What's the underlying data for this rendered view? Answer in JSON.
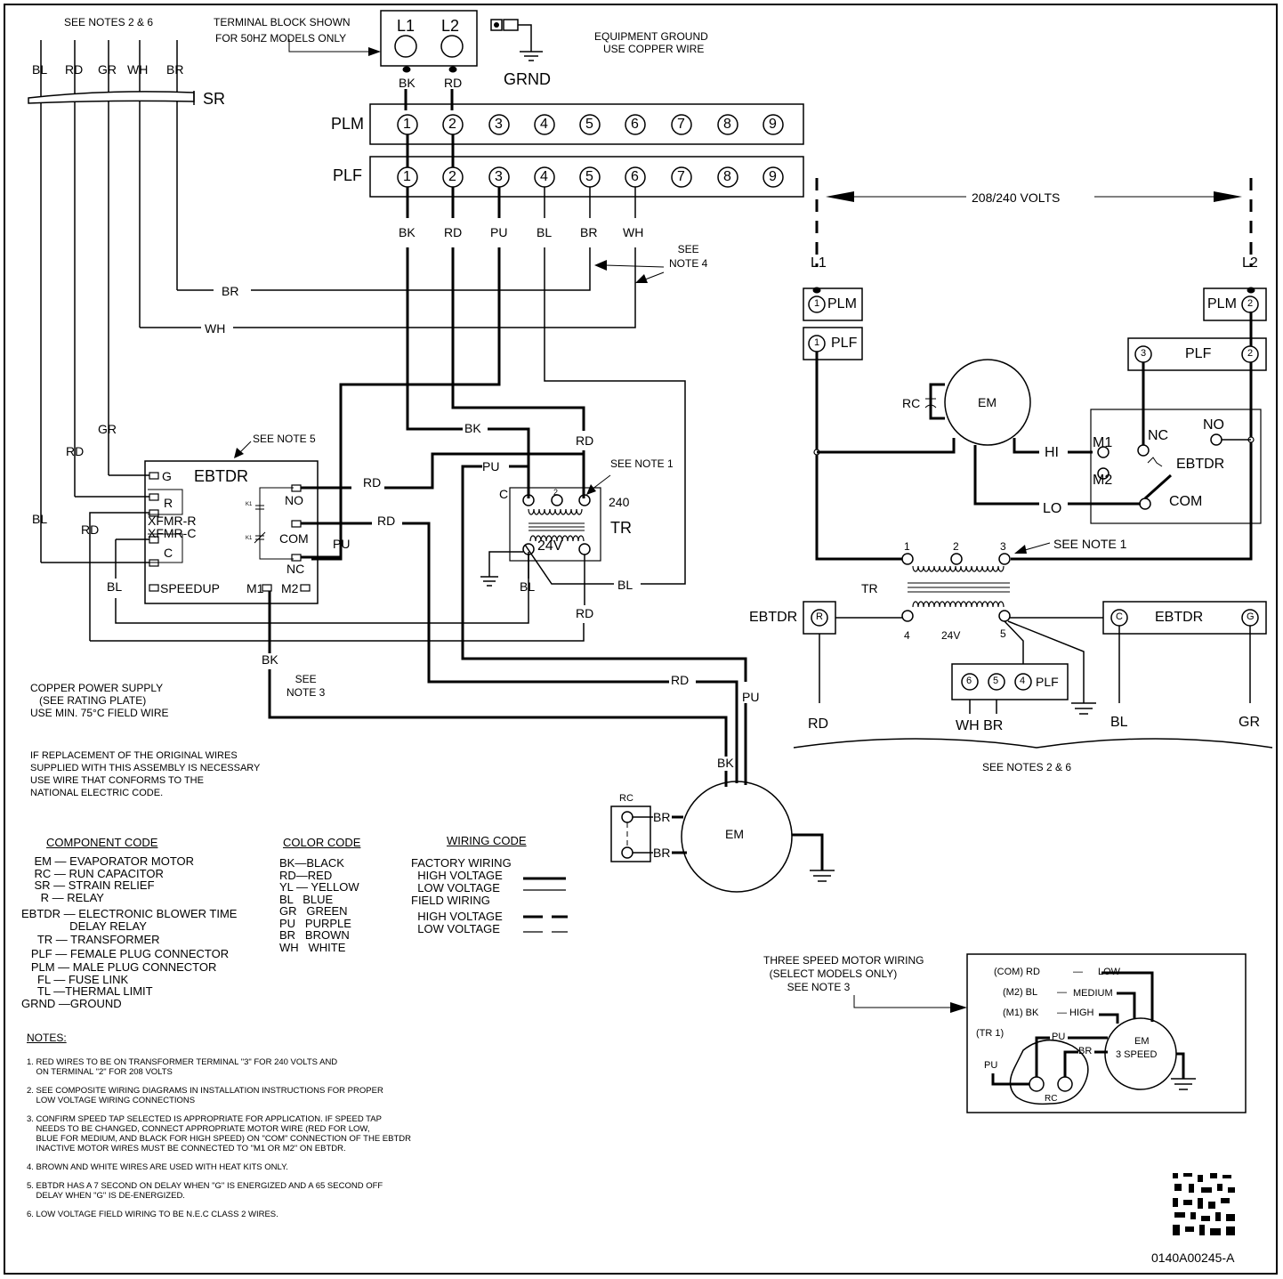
{
  "title_notes": {
    "see_notes_2_6_top": "SEE NOTES 2 & 6",
    "terminal_block_1": "TERMINAL BLOCK SHOWN",
    "terminal_block_2": "FOR 50HZ MODELS ONLY",
    "equipment_ground_1": "EQUIPMENT GROUND",
    "equipment_ground_2": "USE COPPER WIRE",
    "grnd": "GRND",
    "see_note_4": "SEE\nNOTE 4",
    "see_note_5": "SEE NOTE 5",
    "see_note_1a": "SEE NOTE 1",
    "see_note_1b": "SEE NOTE 1",
    "see_note_3": "SEE\nNOTE 3",
    "volts_span": "208/240 VOLTS",
    "see_notes_2_6_bottom": "SEE NOTES 2 & 6",
    "part_number": "0140A00245-A"
  },
  "terminal_block": {
    "l1": "L1",
    "l2": "L2"
  },
  "top_wires": [
    "BL",
    "RD",
    "GR",
    "WH",
    "BR"
  ],
  "sr_label": "SR",
  "plug_labels": {
    "plm": "PLM",
    "plf": "PLF"
  },
  "pins": [
    "1",
    "2",
    "3",
    "4",
    "5",
    "6",
    "7",
    "8",
    "9"
  ],
  "plf_wires": [
    "BK",
    "RD",
    "PU",
    "BL",
    "BR",
    "WH"
  ],
  "top_block_wires": [
    "BK",
    "RD"
  ],
  "ebtdr": {
    "title": "EBTDR",
    "g": "G",
    "r": "R",
    "xfmr_r": "XFMR-R",
    "xfmr_c": "XFMR-C",
    "c": "C",
    "speedup": "SPEEDUP",
    "m1": "M1",
    "m2": "M2",
    "no": "NO",
    "com": "COM",
    "nc": "NC",
    "k1": "K1"
  },
  "left_wire_labels": {
    "gr": "GR",
    "rd1": "RD",
    "bl": "BL",
    "rd2": "RD",
    "bl2": "BL",
    "br": "BR",
    "wh": "WH"
  },
  "mid_wire_labels": {
    "bk1": "BK",
    "rd1": "RD",
    "rd2": "RD",
    "rd3": "RD",
    "pu1": "PU",
    "pu2": "PU",
    "bl1": "BL",
    "bl2": "BL",
    "rd4": "RD",
    "bk2": "BK",
    "rd5": "RD",
    "pu3": "PU",
    "bk3": "BK"
  },
  "transformer": {
    "c": "C",
    "v240": "240",
    "v24": "24V",
    "tr": "TR",
    "pin2": "2"
  },
  "motor": {
    "rc": "RC",
    "em": "EM",
    "br1": "BR",
    "br2": "BR"
  },
  "schematic": {
    "l1": "L1",
    "l2": "L2",
    "plm": "PLM",
    "plf": "PLF",
    "one": "1",
    "two": "2",
    "three": "3",
    "rc": "RC",
    "em": "EM",
    "hi": "HI",
    "lo": "LO",
    "m1": "M1",
    "m2": "M2",
    "nc": "NC",
    "no": "NO",
    "ebtdr": "EBTDR",
    "com": "COM",
    "tr": "TR",
    "t1": "1",
    "t2": "2",
    "t3": "3",
    "t4": "4",
    "t5": "5",
    "v24": "24V",
    "ebtdr_r": "EBTDR",
    "r": "R",
    "c": "C",
    "g": "G",
    "ebtdr_right": "EBTDR",
    "p6": "6",
    "p5": "5",
    "p4": "4",
    "plf_small": "PLF",
    "rd": "RD",
    "wh_br": "WH BR",
    "bl": "BL",
    "gr": "GR"
  },
  "copper_supply": "COPPER POWER SUPPLY\n   (SEE RATING PLATE)\nUSE MIN. 75°C FIELD WIRE",
  "replacement": "IF REPLACEMENT OF THE ORIGINAL WIRES\nSUPPLIED WITH THIS ASSEMBLY IS NECESSARY\nUSE WIRE THAT CONFORMS TO THE\nNATIONAL ELECTRIC CODE.",
  "component_code": {
    "title": "COMPONENT CODE",
    "items": [
      "    EM — EVAPORATOR MOTOR",
      "    RC — RUN CAPACITOR",
      "    SR — STRAIN RELIEF",
      "      R — RELAY",
      "EBTDR — ELECTRONIC BLOWER TIME",
      "               DELAY RELAY",
      "     TR — TRANSFORMER",
      "   PLF — FEMALE PLUG CONNECTOR",
      "   PLM — MALE PLUG CONNECTOR",
      "     FL — FUSE LINK",
      "     TL —THERMAL LIMIT",
      "GRND —GROUND"
    ]
  },
  "color_code": {
    "title": "COLOR CODE",
    "items": [
      "BK—BLACK",
      "RD—RED",
      "YL — YELLOW",
      "BL   BLUE",
      "GR   GREEN",
      "PU   PURPLE",
      "BR   BROWN",
      "WH   WHITE"
    ]
  },
  "wiring_code": {
    "title": "WIRING CODE",
    "items": [
      "FACTORY WIRING",
      "  HIGH VOLTAGE",
      "  LOW VOLTAGE",
      "FIELD WIRING",
      "  HIGH VOLTAGE",
      "  LOW VOLTAGE"
    ]
  },
  "notes": {
    "title": "NOTES:",
    "items": [
      "1. RED WIRES TO BE ON TRANSFORMER TERMINAL \"3\" FOR 240 VOLTS AND\n    ON TERMINAL \"2\" FOR 208 VOLTS",
      "2. SEE COMPOSITE WIRING DIAGRAMS IN INSTALLATION INSTRUCTIONS FOR PROPER\n    LOW VOLTAGE WIRING CONNECTIONS",
      "3. CONFIRM SPEED TAP SELECTED IS APPROPRIATE FOR APPLICATION. IF SPEED TAP\n    NEEDS TO BE CHANGED, CONNECT APPROPRIATE MOTOR WIRE (RED FOR LOW,\n    BLUE FOR MEDIUM, AND BLACK FOR HIGH SPEED) ON \"COM\" CONNECTION OF THE EBTDR\n    INACTIVE MOTOR WIRES MUST BE CONNECTED TO \"M1 OR M2\" ON EBTDR.",
      "4. BROWN AND WHITE WIRES ARE USED WITH HEAT KITS ONLY.",
      "5. EBTDR HAS A 7 SECOND ON DELAY WHEN \"G\" IS ENERGIZED AND A 65 SECOND OFF\n    DELAY WHEN \"G\" IS DE-ENERGIZED.",
      "6. LOW VOLTAGE FIELD WIRING TO BE N.E.C CLASS 2 WIRES."
    ]
  },
  "three_speed": {
    "title": "THREE SPEED MOTOR WIRING\n  (SELECT MODELS ONLY)\n        SEE NOTE 3",
    "com": "(COM)  RD",
    "low": "LOW",
    "m2": "(M2)  BL",
    "medium": "MEDIUM",
    "m1": "(M1)  BK",
    "high": "HIGH",
    "tr1": "(TR 1)",
    "pu1": "PU",
    "pu2": "PU",
    "br": "BR",
    "em": "EM",
    "speed": "3 SPEED",
    "rc": "RC"
  }
}
